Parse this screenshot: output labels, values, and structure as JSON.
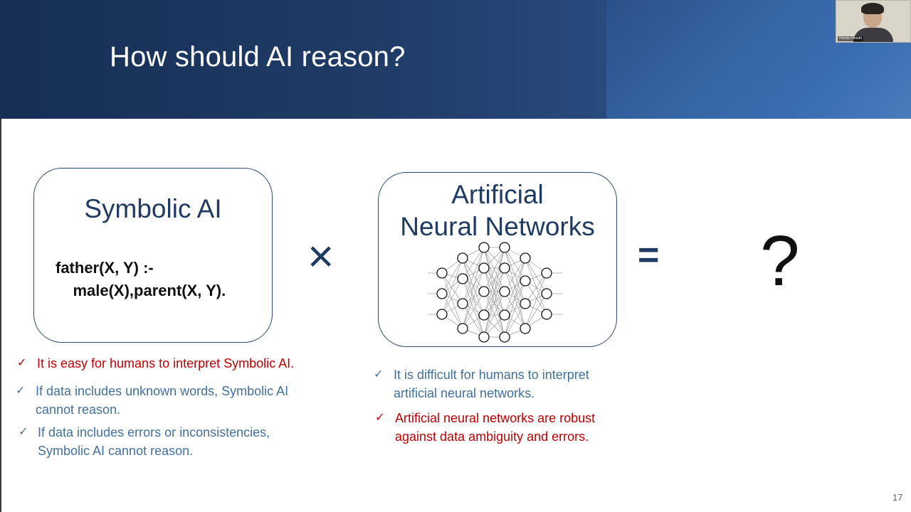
{
  "slide": {
    "title": "How should AI reason?",
    "page_number": "17"
  },
  "webcam": {
    "name_label": "Honda Hiroshi"
  },
  "symbolic_card": {
    "title": "Symbolic AI",
    "code_line1": "father(X, Y) :-",
    "code_line2": "    male(X),parent(X, Y)."
  },
  "ann_card": {
    "title_line1": "Artificial",
    "title_line2": "Neural Networks"
  },
  "operators": {
    "times": "×",
    "equals": "=",
    "result": "?"
  },
  "symbolic_bullets": [
    {
      "icon": "check-icon",
      "text": "It is easy for humans to interpret Symbolic AI.",
      "color": "#c00000"
    },
    {
      "icon": "check-icon",
      "text": "If data includes unknown words, Symbolic AI cannot reason.",
      "color": "#41709c"
    },
    {
      "icon": "check-icon",
      "text": "If data includes errors or inconsistencies, Symbolic AI cannot reason.",
      "color": "#41709c"
    }
  ],
  "ann_bullets": [
    {
      "icon": "check-icon",
      "text": "It is difficult for humans to interpret artificial neural networks.",
      "color": "#41709c"
    },
    {
      "icon": "check-icon",
      "text": "Artificial neural networks are robust against data ambiguity and errors.",
      "color": "#c00000"
    }
  ],
  "colors": {
    "header_dark": "#172f55",
    "header_light": "#3a6cb0",
    "card_border": "#2b4c73",
    "title_navy": "#1f3b63",
    "positive_red": "#c00000",
    "neutral_blue": "#41709c"
  },
  "check_mark": "✓"
}
